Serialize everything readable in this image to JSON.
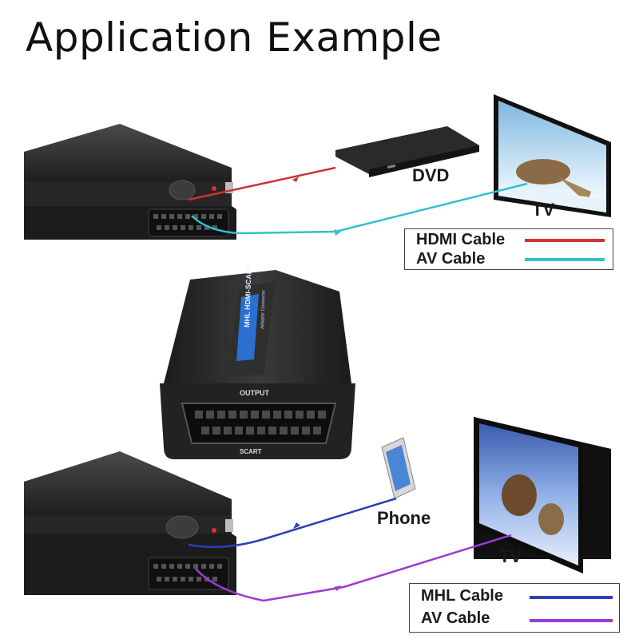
{
  "title": "Application Example",
  "top_scenario": {
    "source_label": "DVD",
    "display_label": "TV",
    "legend": [
      {
        "label": "HDMI Cable",
        "color": "#cc3333"
      },
      {
        "label": "AV Cable",
        "color": "#33bfcf"
      }
    ]
  },
  "adapter": {
    "model_text": "MHL HDMI-SCART",
    "sub_text": "Adapter Converter",
    "output_label": "OUTPUT",
    "port_label": "SCART"
  },
  "bottom_scenario": {
    "source_label": "Phone",
    "display_label": "TV",
    "legend": [
      {
        "label": "MHL Cable",
        "color": "#2e3fb8"
      },
      {
        "label": "AV Cable",
        "color": "#9b3ccf"
      }
    ]
  }
}
